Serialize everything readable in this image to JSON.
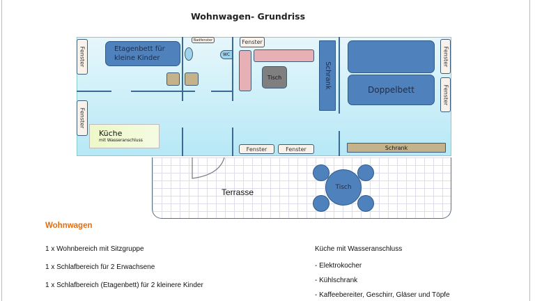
{
  "title": "Wohnwagen- Grundriss",
  "plan": {
    "fenster": "Fenster",
    "badfenster": "Badfenster",
    "etagenbett": "Etagenbett für kleine Kinder",
    "wc": "WC",
    "kueche": "Küche",
    "kueche_sub": "mit Wasseranschluss",
    "tisch": "Tisch",
    "schrank": "Schrank",
    "doppelbett": "Doppelbett",
    "terrasse": "Terrasse",
    "terrasse_tisch": "Tisch"
  },
  "section_heading": "Wohnwagen",
  "left_list": [
    "1 x Wohnbereich mit Sitzgruppe",
    "1 x Schlafbereich für 2 Erwachsene",
    "1 x Schlafbereich (Etagenbett) für 2 kleinere Kinder"
  ],
  "right_heading": "Küche mit Wasseranschluss",
  "right_list": [
    "- Elektrokocher",
    "- Kühlschrank",
    "- Kaffeebereiter, Geschirr, Gläser  und Töpfe"
  ],
  "colors": {
    "accent": "#e46c0a",
    "bed": "#4f81bd",
    "plan_bg": "#b6e8f6"
  }
}
